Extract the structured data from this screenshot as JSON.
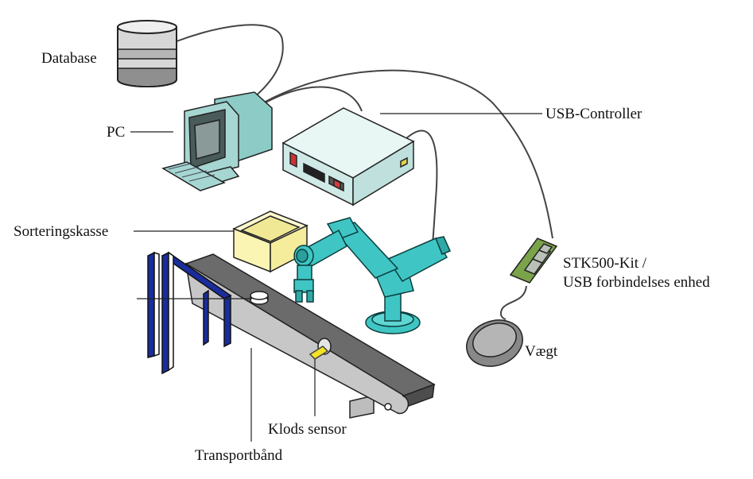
{
  "labels": {
    "database": "Database",
    "pc": "PC",
    "usb_controller": "USB-Controller",
    "sorting_box": "Sorteringskasse",
    "stk500_line1": "STK500-Kit /",
    "stk500_line2": "USB forbindelses enhed",
    "scale": "Vægt",
    "block_sensor": "Klods sensor",
    "conveyor": "Transportbånd"
  },
  "colors": {
    "robot": "#3fc6c4",
    "gate": "#1a2d9c",
    "box": "#fbf5b4",
    "controller": "#d9f0ee",
    "monitor": "#a6d6d2",
    "pcb": "#7aa34a",
    "sensor": "#f4e224",
    "belt": "#6b6b6b"
  }
}
